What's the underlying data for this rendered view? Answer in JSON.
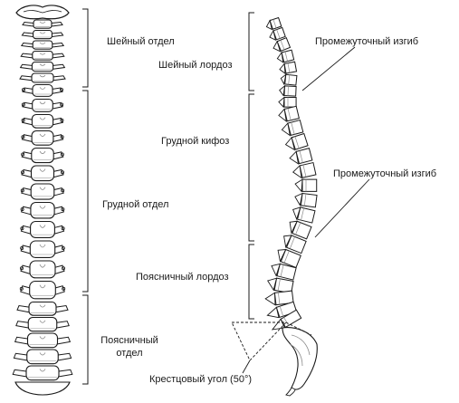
{
  "labels": {
    "cervical_region": "Шейный отдел",
    "thoracic_region": "Грудной отдел",
    "lumbar_region_line1": "Поясничный",
    "lumbar_region_line2": "отдел",
    "cervical_lordosis": "Шейный лордоз",
    "thoracic_kyphosis": "Грудной кифоз",
    "lumbar_lordosis": "Поясничный лордоз",
    "transition_curve_upper": "Промежуточный изгиб",
    "transition_curve_lower": "Промежуточный изгиб",
    "sacral_angle": "Крестцовый угол (50°)"
  },
  "style": {
    "ink": "#1a1a1a",
    "bone_fill": "#ffffff",
    "shade": "#8a8a8a"
  }
}
